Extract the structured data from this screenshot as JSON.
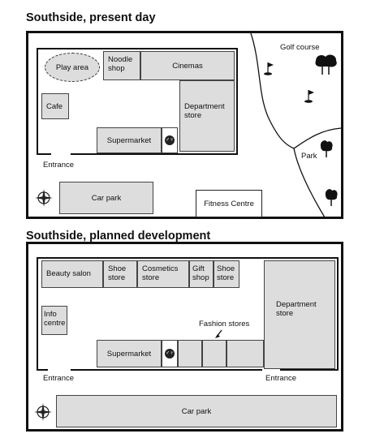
{
  "present": {
    "title": "Southside, present day",
    "rooms": {
      "play_area": "Play area",
      "noodle_shop": "Noodle shop",
      "cinemas": "Cinemas",
      "cafe": "Cafe",
      "department_store": "Department store",
      "supermarket": "Supermarket"
    },
    "labels": {
      "entrance": "Entrance",
      "car_park": "Car park",
      "fitness_centre": "Fitness Centre",
      "golf_course": "Golf course",
      "park": "Park"
    }
  },
  "planned": {
    "title": "Southside, planned development",
    "rooms": {
      "beauty_salon": "Beauty salon",
      "shoe_store_1": "Shoe store",
      "cosmetics_store": "Cosmetics store",
      "gift_shop": "Gift shop",
      "shoe_store_2": "Shoe store",
      "info_centre": "Info centre",
      "department_store": "Department store",
      "supermarket": "Supermarket"
    },
    "labels": {
      "fashion_stores": "Fashion stores",
      "entrance_left": "Entrance",
      "entrance_right": "Entrance",
      "car_park": "Car park"
    }
  },
  "icons": {
    "toilet": "toilet-icon",
    "compass": "compass-icon",
    "tree": "tree-icon",
    "golf_flag": "golf-flag-icon"
  },
  "colors": {
    "building_fill": "#dddddd",
    "outline": "#111111"
  }
}
